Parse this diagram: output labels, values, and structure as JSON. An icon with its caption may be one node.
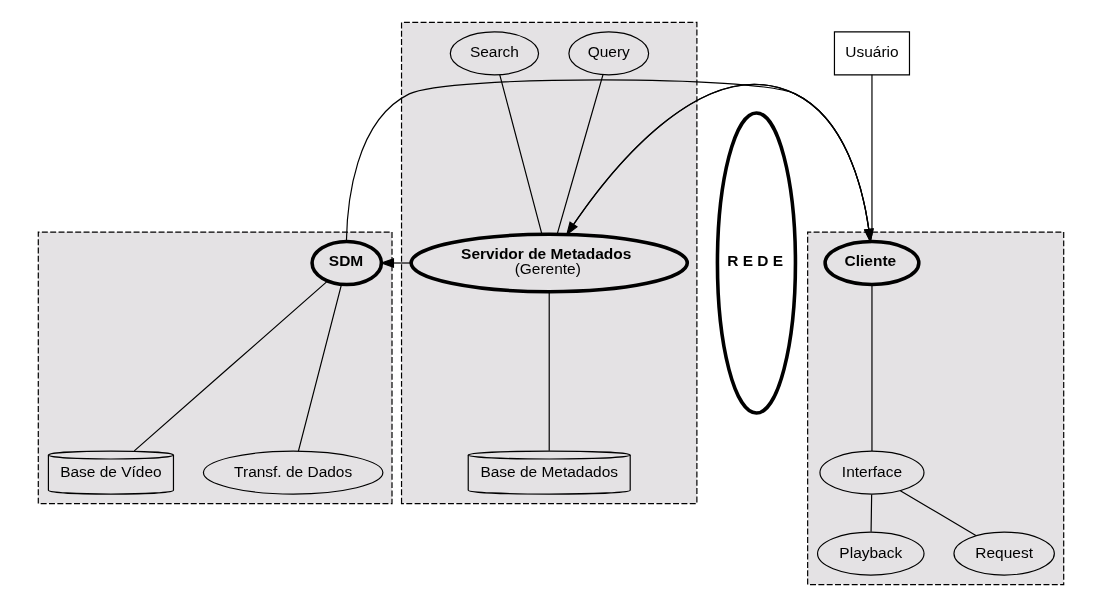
{
  "diagram": {
    "nodes": [
      {
        "text": [],
        "shape": "box"
      },
      {
        "text": [
          "SDM"
        ],
        "in": 0
      },
      {
        "text": [
          "Base de Vídeo"
        ],
        "in": 0
      },
      {
        "text": [
          "Transf. de Dados"
        ],
        "in": 0
      },
      {
        "text": [],
        "shape": "box"
      },
      {
        "text": [
          "Query"
        ],
        "in": 4
      },
      {
        "text": [
          "Search"
        ],
        "in": 4
      },
      {
        "text": [
          "Servidor de Metadados",
          "(Gerente)"
        ],
        "in": 4
      },
      {
        "text": [
          "Base de Metadados"
        ],
        "in": 4
      },
      {
        "text": [
          "R E D E"
        ]
      },
      {
        "text": [
          "Usuário"
        ]
      },
      {
        "text": [],
        "shape": "box"
      },
      {
        "text": [
          "Cliente"
        ],
        "in": 11
      },
      {
        "text": [
          "Interface"
        ],
        "in": 11
      },
      {
        "text": [
          "Playback"
        ],
        "in": 11
      },
      {
        "text": [
          "Request"
        ],
        "in": 11
      }
    ],
    "edges": [
      {
        "from": 1,
        "to": 12,
        "arrow": "to"
      },
      {
        "from": 7,
        "to": 1,
        "arrow": "to"
      },
      {
        "from": 1,
        "to": 2,
        "arrow": "none"
      },
      {
        "from": 1,
        "to": 3,
        "arrow": "none"
      },
      {
        "from": 5,
        "to": 7,
        "arrow": "none"
      },
      {
        "from": 6,
        "to": 7,
        "arrow": "none"
      },
      {
        "from": 7,
        "to": 12,
        "arrow": "to"
      },
      {
        "from": 12,
        "to": 7,
        "arrow": "to"
      },
      {
        "from": 7,
        "to": 8,
        "arrow": "none"
      },
      {
        "from": 10,
        "to": 11,
        "arrow": "none"
      },
      {
        "from": 12,
        "to": 13,
        "arrow": "none"
      },
      {
        "from": 13,
        "to": 14,
        "arrow": "none"
      },
      {
        "from": 13,
        "to": 15,
        "arrow": "none"
      }
    ]
  }
}
